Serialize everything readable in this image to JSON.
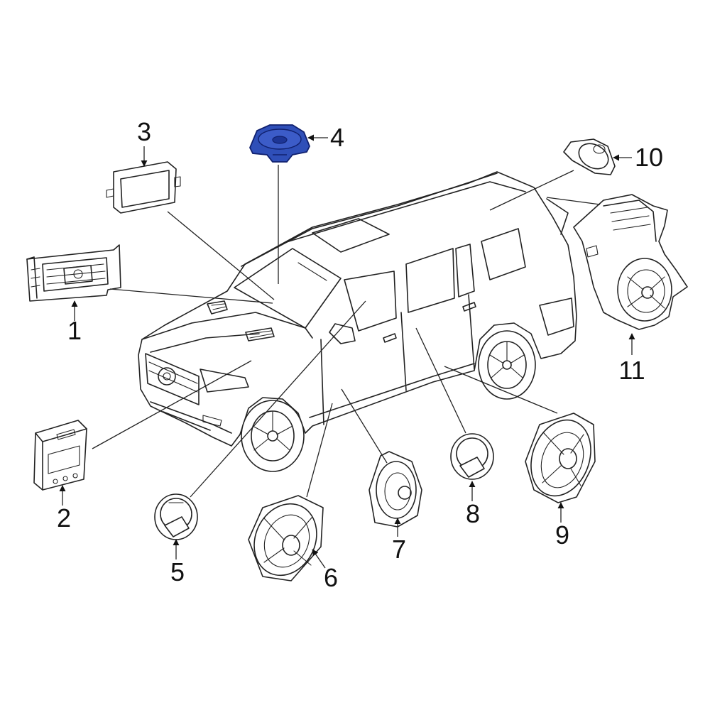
{
  "callouts": [
    {
      "id": 1,
      "text": "1"
    },
    {
      "id": 2,
      "text": "2"
    },
    {
      "id": 3,
      "text": "3"
    },
    {
      "id": 4,
      "text": "4"
    },
    {
      "id": 5,
      "text": "5"
    },
    {
      "id": 6,
      "text": "6"
    },
    {
      "id": 7,
      "text": "7"
    },
    {
      "id": 8,
      "text": "8"
    },
    {
      "id": 9,
      "text": "9"
    },
    {
      "id": 10,
      "text": "10"
    },
    {
      "id": 11,
      "text": "11"
    }
  ],
  "colors": {
    "highlight_fill": "#2f4fb8",
    "highlight_stroke": "#10206e",
    "line": "#222222",
    "background": "#ffffff"
  }
}
